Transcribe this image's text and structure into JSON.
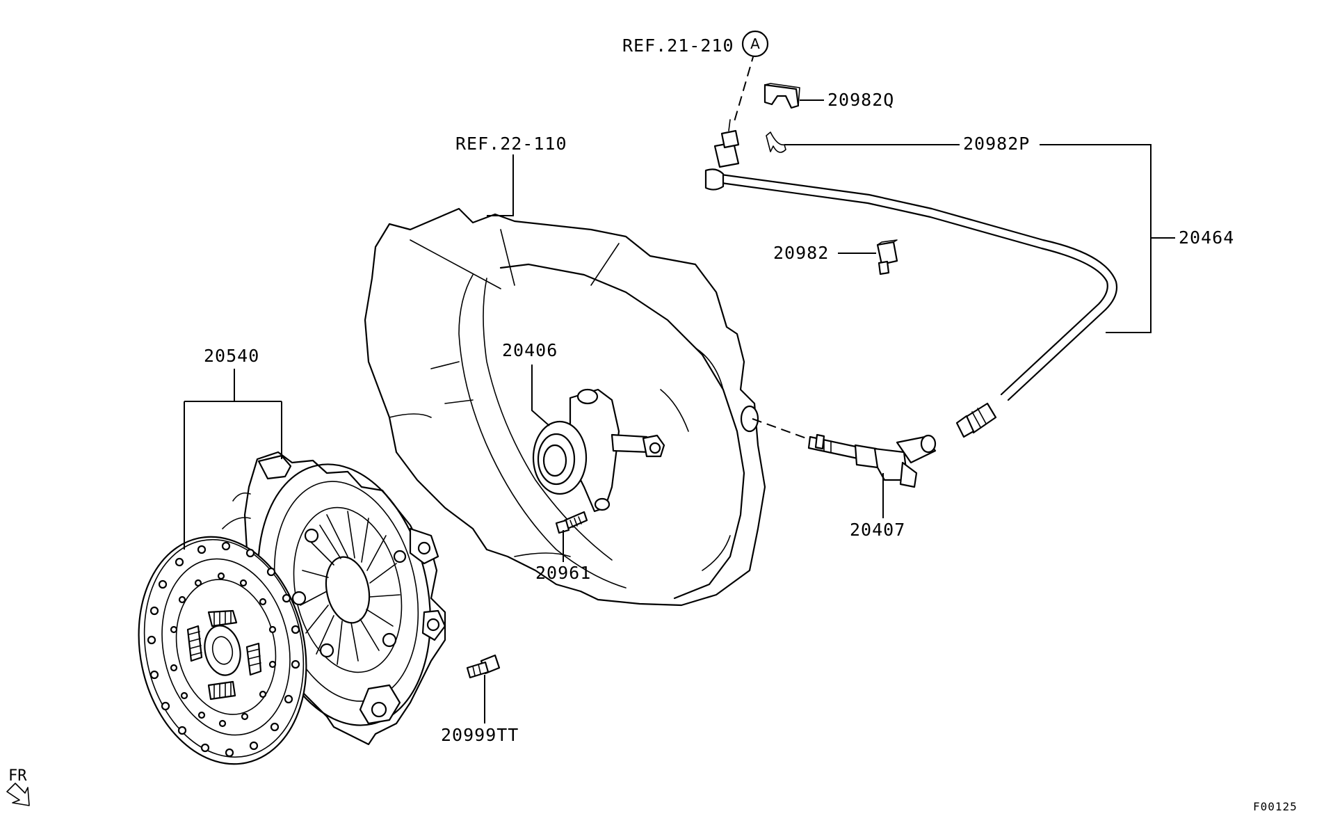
{
  "diagram": {
    "labels": {
      "ref_21_210": "REF.21-210",
      "ref_marker": "A",
      "p20982Q": "20982Q",
      "ref_22_110": "REF.22-110",
      "p20982P": "20982P",
      "p20464": "20464",
      "p20982": "20982",
      "p20406": "20406",
      "p20540": "20540",
      "p20407": "20407",
      "p20961": "20961",
      "p20999TT": "20999TT",
      "direction": "FR",
      "figure_code": "F00125"
    }
  }
}
